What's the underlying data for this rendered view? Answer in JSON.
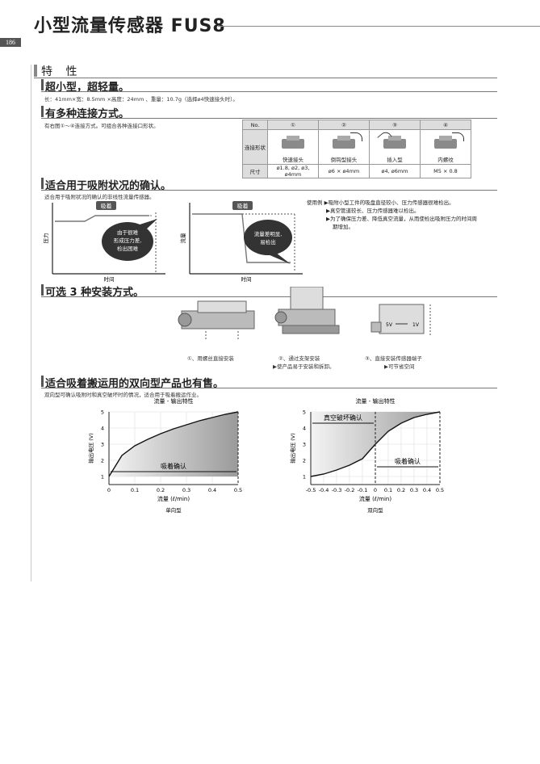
{
  "header": {
    "title": "小型流量传感器 FUS8",
    "page_number": "186"
  },
  "section": {
    "title": "特 性"
  },
  "s1": {
    "heading": "超小型，超轻量。",
    "text": "长：41mm×宽：8.5mm ×高度：24mm 、重量：10.7g（选择ø4快速接头时）。"
  },
  "s2": {
    "heading": "有多种连接方式。",
    "text": "有右图①～④连接方式。可组合各种连接口形状。",
    "table": {
      "no_label": "No.",
      "row1_label": "连接形状",
      "row2_label": "尺寸",
      "cols": [
        {
          "no": "①",
          "name": "快速接头",
          "size": "ø1.8, ø2, ø3, ø4mm"
        },
        {
          "no": "②",
          "name": "倒钩型接头",
          "size": "ø6 × ø4mm"
        },
        {
          "no": "③",
          "name": "插入型",
          "size": "ø4, ø6mm"
        },
        {
          "no": "④",
          "name": "内螺纹",
          "size": "M5 × 0.8"
        }
      ]
    }
  },
  "s3": {
    "heading": "适合用于吸附状况的确认。",
    "text": "适合用于吸附状况的确认的非线性流量传感器。",
    "chart1": {
      "tag": "吸着",
      "ylabel": "压力",
      "xlabel": "时间",
      "bubble1": "由于很难",
      "bubble2": "形成压力差,",
      "bubble3": "检出困难"
    },
    "chart2": {
      "tag": "吸着",
      "ylabel": "流量",
      "xlabel": "时间",
      "bubble1": "流量差明显,",
      "bubble2": "易检出"
    },
    "usage": {
      "label": "使用例",
      "items": [
        "吸附小型工件的吸盘直径较小、压力传感器很难检出。",
        "真空管道较长、压力传感器难以检出。",
        "为了确保压力差、降低真空流量，从而使检出吸附压力的时间周",
        "期增加。"
      ]
    }
  },
  "s4": {
    "heading": "可选 3 种安装方式。",
    "items": [
      {
        "caption": "①、用螺丝直接安装",
        "note": ""
      },
      {
        "caption": "②、通过支架安装",
        "note": "▶使产品易于安装和拆卸。"
      },
      {
        "caption": "③、直接安装传感器端子",
        "note": "▶可节省空间"
      }
    ],
    "label_5v": "5V",
    "label_1v": "1V"
  },
  "s5": {
    "heading": "适合吸着搬运用的双向型产品也有售。",
    "text": "双向型可确认吸附时和真空破坏时的情况，适合用于吸着搬运作业。"
  },
  "chart_data": [
    {
      "type": "area",
      "title": "流量 - 输出特性",
      "xlabel": "流量 (ℓ/min)",
      "ylabel": "输出电压 (V)",
      "caption": "单向型",
      "annotation": "吸着确认",
      "x": [
        0,
        0.05,
        0.1,
        0.15,
        0.2,
        0.25,
        0.3,
        0.35,
        0.4,
        0.45,
        0.5
      ],
      "y": [
        1,
        2.3,
        2.9,
        3.3,
        3.65,
        3.95,
        4.2,
        4.45,
        4.65,
        4.85,
        5
      ],
      "xticks": [
        "0",
        "0.1",
        "0.2",
        "0.3",
        "0.4",
        "0.5"
      ],
      "yticks": [
        "1",
        "2",
        "3",
        "4",
        "5"
      ],
      "xlim": [
        0,
        0.5
      ],
      "ylim": [
        1,
        5
      ]
    },
    {
      "type": "area",
      "title": "流量 - 输出特性",
      "xlabel": "流量 (ℓ/min)",
      "ylabel": "输出电压 (V)",
      "caption": "双向型",
      "annotation_left": "真空破坏确认",
      "annotation_right": "吸着确认",
      "x": [
        -0.5,
        -0.4,
        -0.3,
        -0.2,
        -0.1,
        0,
        0.1,
        0.2,
        0.3,
        0.4,
        0.5
      ],
      "y": [
        1,
        1.15,
        1.4,
        1.7,
        2.1,
        3,
        3.8,
        4.3,
        4.65,
        4.85,
        5
      ],
      "xticks": [
        "-0.5",
        "-0.4",
        "-0.3",
        "-0.2",
        "-0.1",
        "0",
        "0.1",
        "0.2",
        "0.3",
        "0.4",
        "0.5"
      ],
      "yticks": [
        "1",
        "2",
        "3",
        "4",
        "5"
      ],
      "xlim": [
        -0.5,
        0.5
      ],
      "ylim": [
        1,
        5
      ]
    }
  ]
}
